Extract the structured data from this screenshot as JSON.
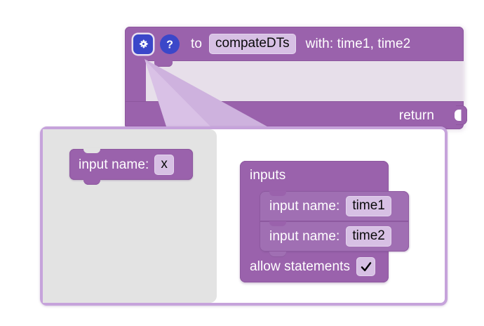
{
  "app": {
    "name": "blockly-procedure-mutator",
    "canvas_background": "#ffffff"
  },
  "colors": {
    "block_purple": "#9a62ac",
    "block_purple_light": "#a06fb3",
    "block_border": "#8d579e",
    "field_background": "#d7c0e4",
    "field_border": "#e4d4ee",
    "icon_blue": "#3b47c9",
    "bubble_border": "#c6a3db",
    "flyout_grey": "#e3e3e3",
    "label_text": "#ffffff",
    "field_text": "#0a0a0a"
  },
  "procedure_block": {
    "gear_icon": "gear-icon",
    "help_icon": "question-mark-icon",
    "to_label": "to",
    "procedure_name": "compateDTs",
    "with_label": "with: time1, time2",
    "return_label": "return"
  },
  "mutator_bubble": {
    "flyout": {
      "sample_block": {
        "label": "input name:",
        "field_value": "x"
      }
    },
    "workspace": {
      "container_block": {
        "title": "inputs",
        "input_blocks": [
          {
            "label": "input name:",
            "field_value": "time1"
          },
          {
            "label": "input name:",
            "field_value": "time2"
          }
        ],
        "allow_statements": {
          "label": "allow statements",
          "checkbox_icon": "checkmark-icon",
          "checked": true
        }
      }
    }
  }
}
